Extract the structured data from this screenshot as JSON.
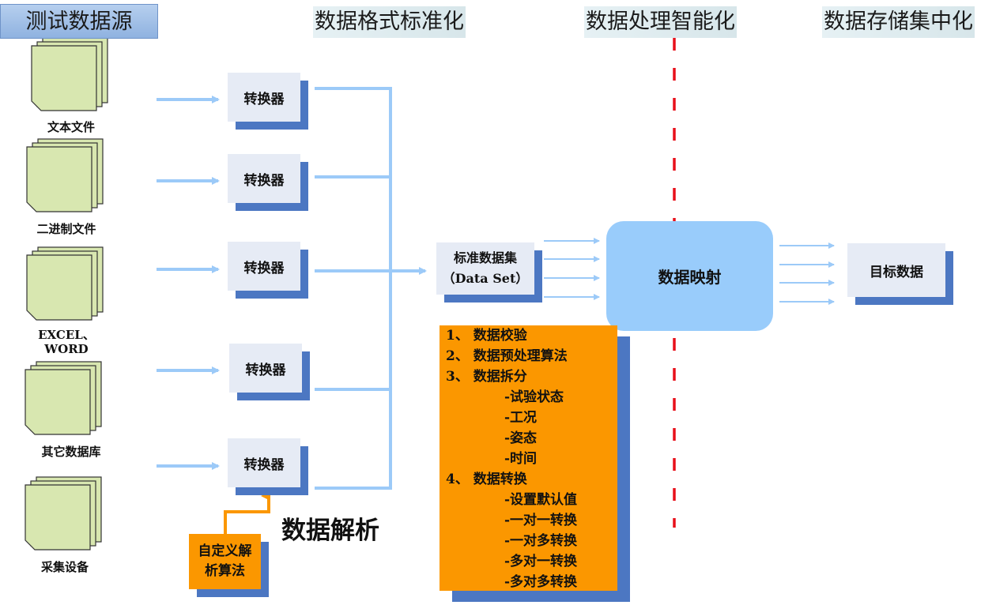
{
  "headers": {
    "source": "测试数据源",
    "format": "数据格式标准化",
    "processing": "数据处理智能化",
    "storage": "数据存储集中化"
  },
  "sources": [
    {
      "label": "文本文件"
    },
    {
      "label": "二进制文件"
    },
    {
      "label_line1": "EXCEL、",
      "label_line2": "WORD"
    },
    {
      "label": "其它数据库"
    },
    {
      "label": "采集设备"
    }
  ],
  "converters": [
    "转换器",
    "转换器",
    "转换器",
    "转换器",
    "转换器"
  ],
  "dataset": {
    "line1": "标准数据集",
    "line2": "（Data Set）"
  },
  "mapping": "数据映射",
  "target": "目标数据",
  "processing_steps": [
    "1、 数据校验",
    "2、 数据预处理算法",
    "3、 数据拆分",
    "-试验状态",
    "-工况",
    "-姿态",
    "-时间",
    "4、 数据转换",
    "-设置默认值",
    "-一对一转换",
    "-一对多转换",
    "-多对一转换",
    "-多对多转换"
  ],
  "custom_algorithm": {
    "line1": "自定义解",
    "line2": "析算法"
  },
  "parse_label": "数据解析",
  "colors": {
    "arrow": "#9ccaf8",
    "shadow": "#4c77c2",
    "orange": "#fb9700",
    "mapping": "#99ccfb",
    "divider": "#e8101a",
    "doc": "#d8e7b0"
  }
}
